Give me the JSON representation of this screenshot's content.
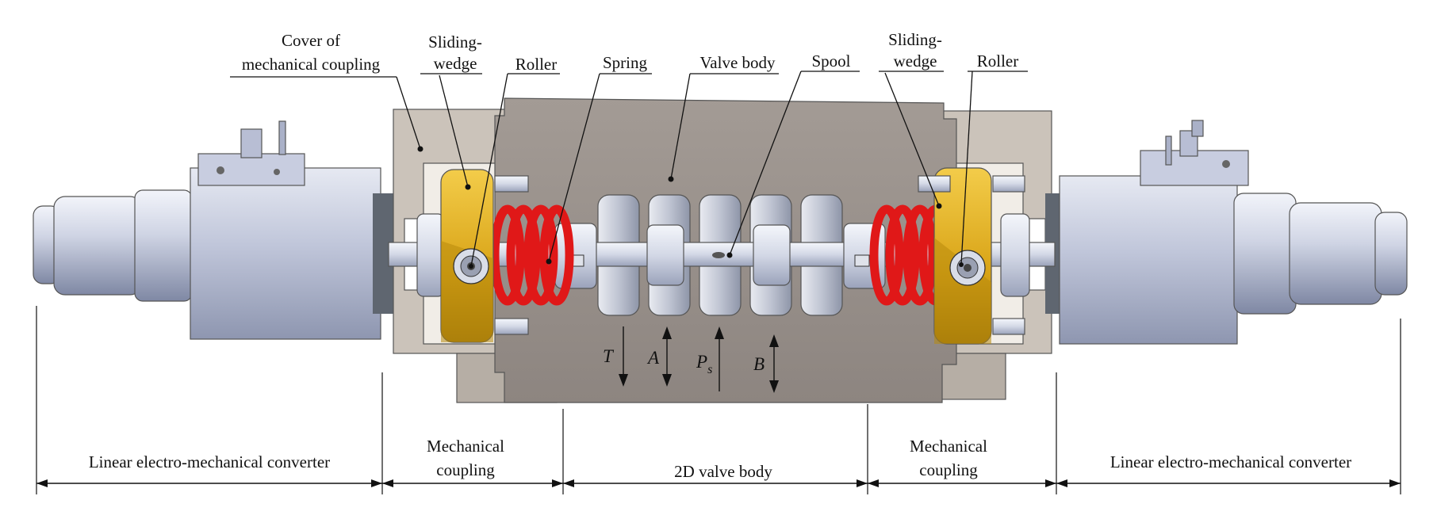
{
  "labels": {
    "cover": [
      "Cover of",
      "mechanical  coupling"
    ],
    "sliding_wedge_left": [
      "Sliding-",
      "wedge"
    ],
    "roller_left": "Roller",
    "spring": "Spring",
    "valve_body": "Valve body",
    "spool": "Spool",
    "sliding_wedge_right": [
      "Sliding-",
      "wedge"
    ],
    "roller_right": "Roller"
  },
  "ports": {
    "t": "T",
    "a": "A",
    "p": "P",
    "p_sub": "s",
    "b": "B"
  },
  "sections": {
    "converter_left": "Linear electro-mechanical converter",
    "coupling_left": [
      "Mechanical",
      "coupling"
    ],
    "valve_body_2d": "2D valve body",
    "coupling_right": [
      "Mechanical",
      "coupling"
    ],
    "converter_right": "Linear electro-mechanical converter"
  },
  "colors": {
    "housing": "#cbc3ba",
    "valve_body": "#9a928c",
    "converter": "#b4bbd2",
    "wedge": "#d6a417",
    "spring": "#e01818",
    "spool": "#d6dae6"
  }
}
